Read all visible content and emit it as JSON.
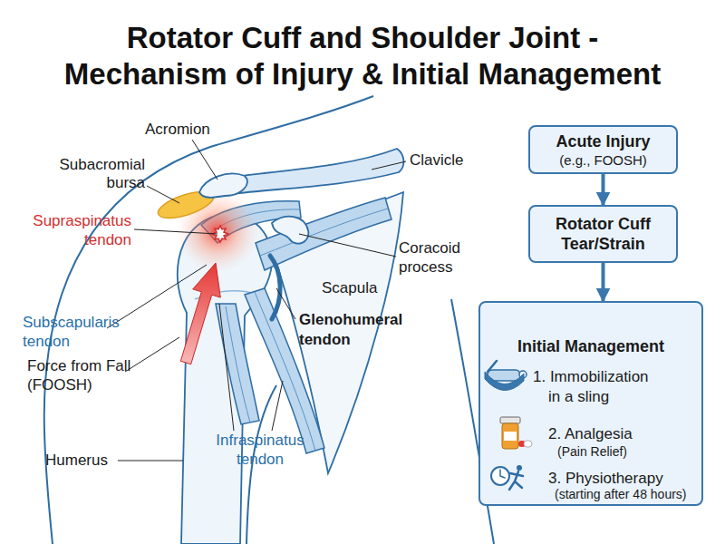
{
  "diagram": {
    "title": "Rotator Cuff and Shoulder Joint - Mechanism of Injury & Initial Management",
    "nodes": [
      {
        "text": [
          "Acute Injury",
          "(e.g., FOOSH)"
        ]
      },
      {
        "text": [
          "Rotator Cuff Tear/Strain"
        ]
      },
      {
        "text": [
          "Initial Management",
          "1. Immobilization in a sling",
          "2. Analgesia",
          "(Pain Relief)",
          "3. Physiotherapy",
          "(starting after 48 hours)"
        ]
      }
    ],
    "edges": [
      {
        "from": 0,
        "to": 1,
        "arrow": "to"
      },
      {
        "from": 1,
        "to": 2,
        "arrow": "to"
      }
    ],
    "labels": [
      "Acromion",
      "Subacromial bursa",
      "Clavicle",
      "Supraspinatus tendon",
      "Coracoid process",
      "Scapula",
      "Glenohumeral tendon",
      "Subscapularis tendon",
      "Force from Fall (FOOSH)",
      "Humerus",
      "Infraspinatus tendon"
    ]
  }
}
